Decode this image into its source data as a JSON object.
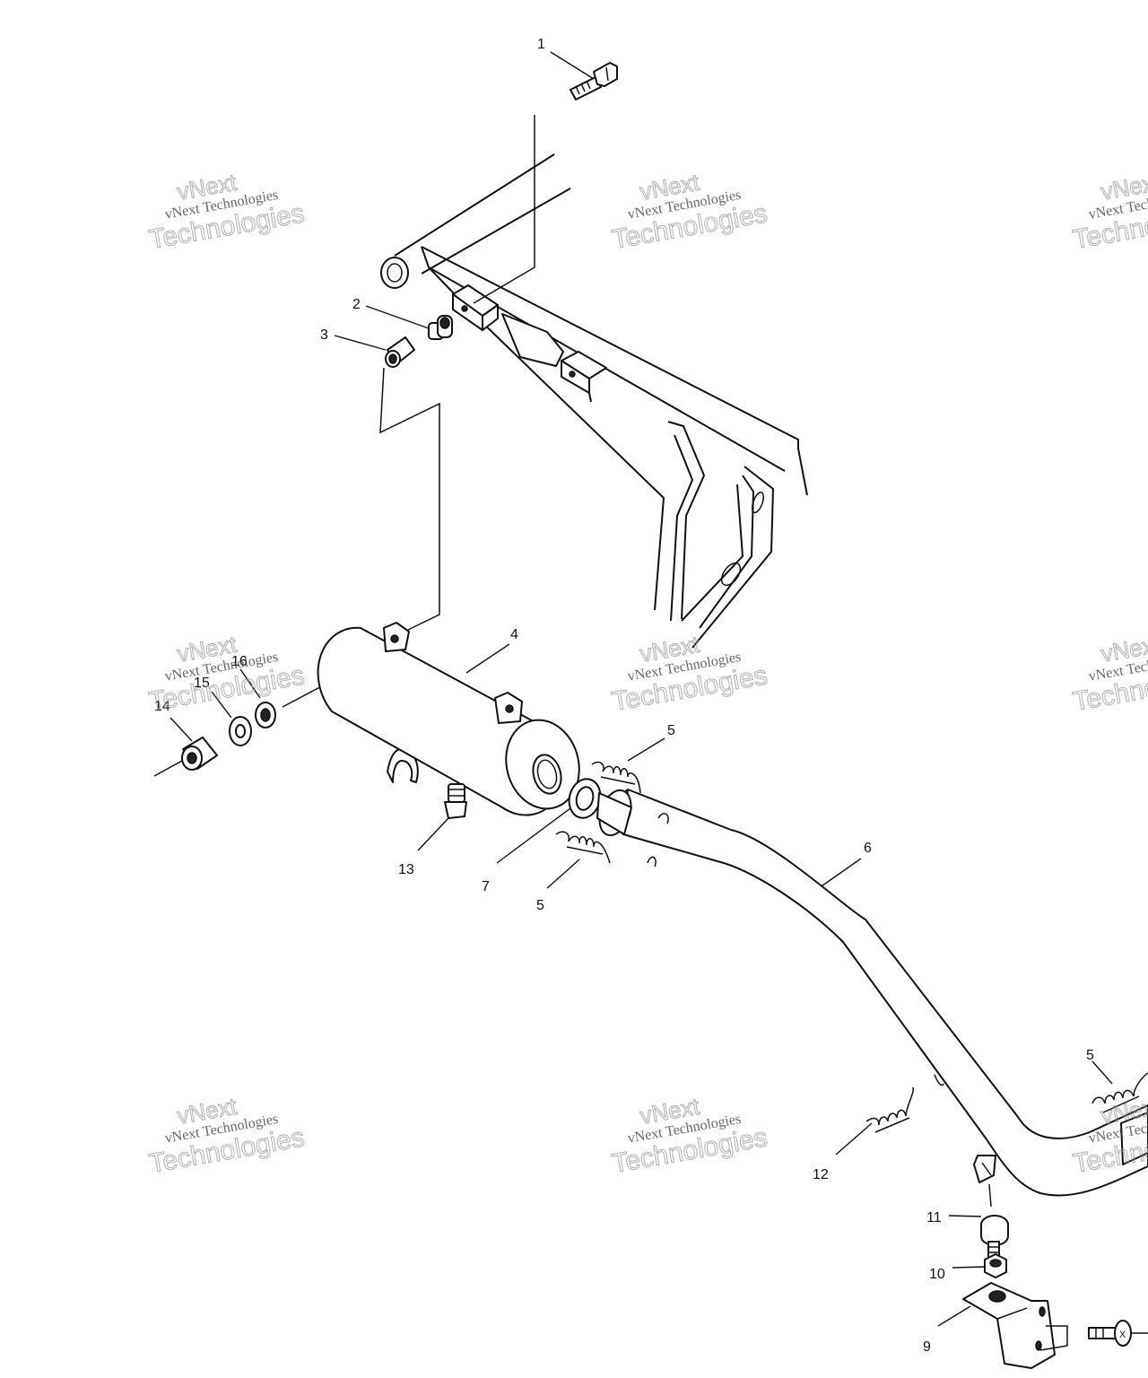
{
  "callouts": {
    "c1": "1",
    "c2": "2",
    "c3": "3",
    "c4": "4",
    "c5a": "5",
    "c5b": "5",
    "c5c": "5",
    "c6": "6",
    "c7": "7",
    "c9": "9",
    "c10": "10",
    "c11": "11",
    "c12": "12",
    "c13": "13",
    "c14": "14",
    "c15": "15",
    "c16": "16"
  },
  "watermark": {
    "line1": "vNext Technologies",
    "line2": "Technologies",
    "line3": "vNext"
  },
  "colors": {
    "ink": "#111111",
    "background": "#ffffff",
    "watermark": "#9a9a9a"
  }
}
